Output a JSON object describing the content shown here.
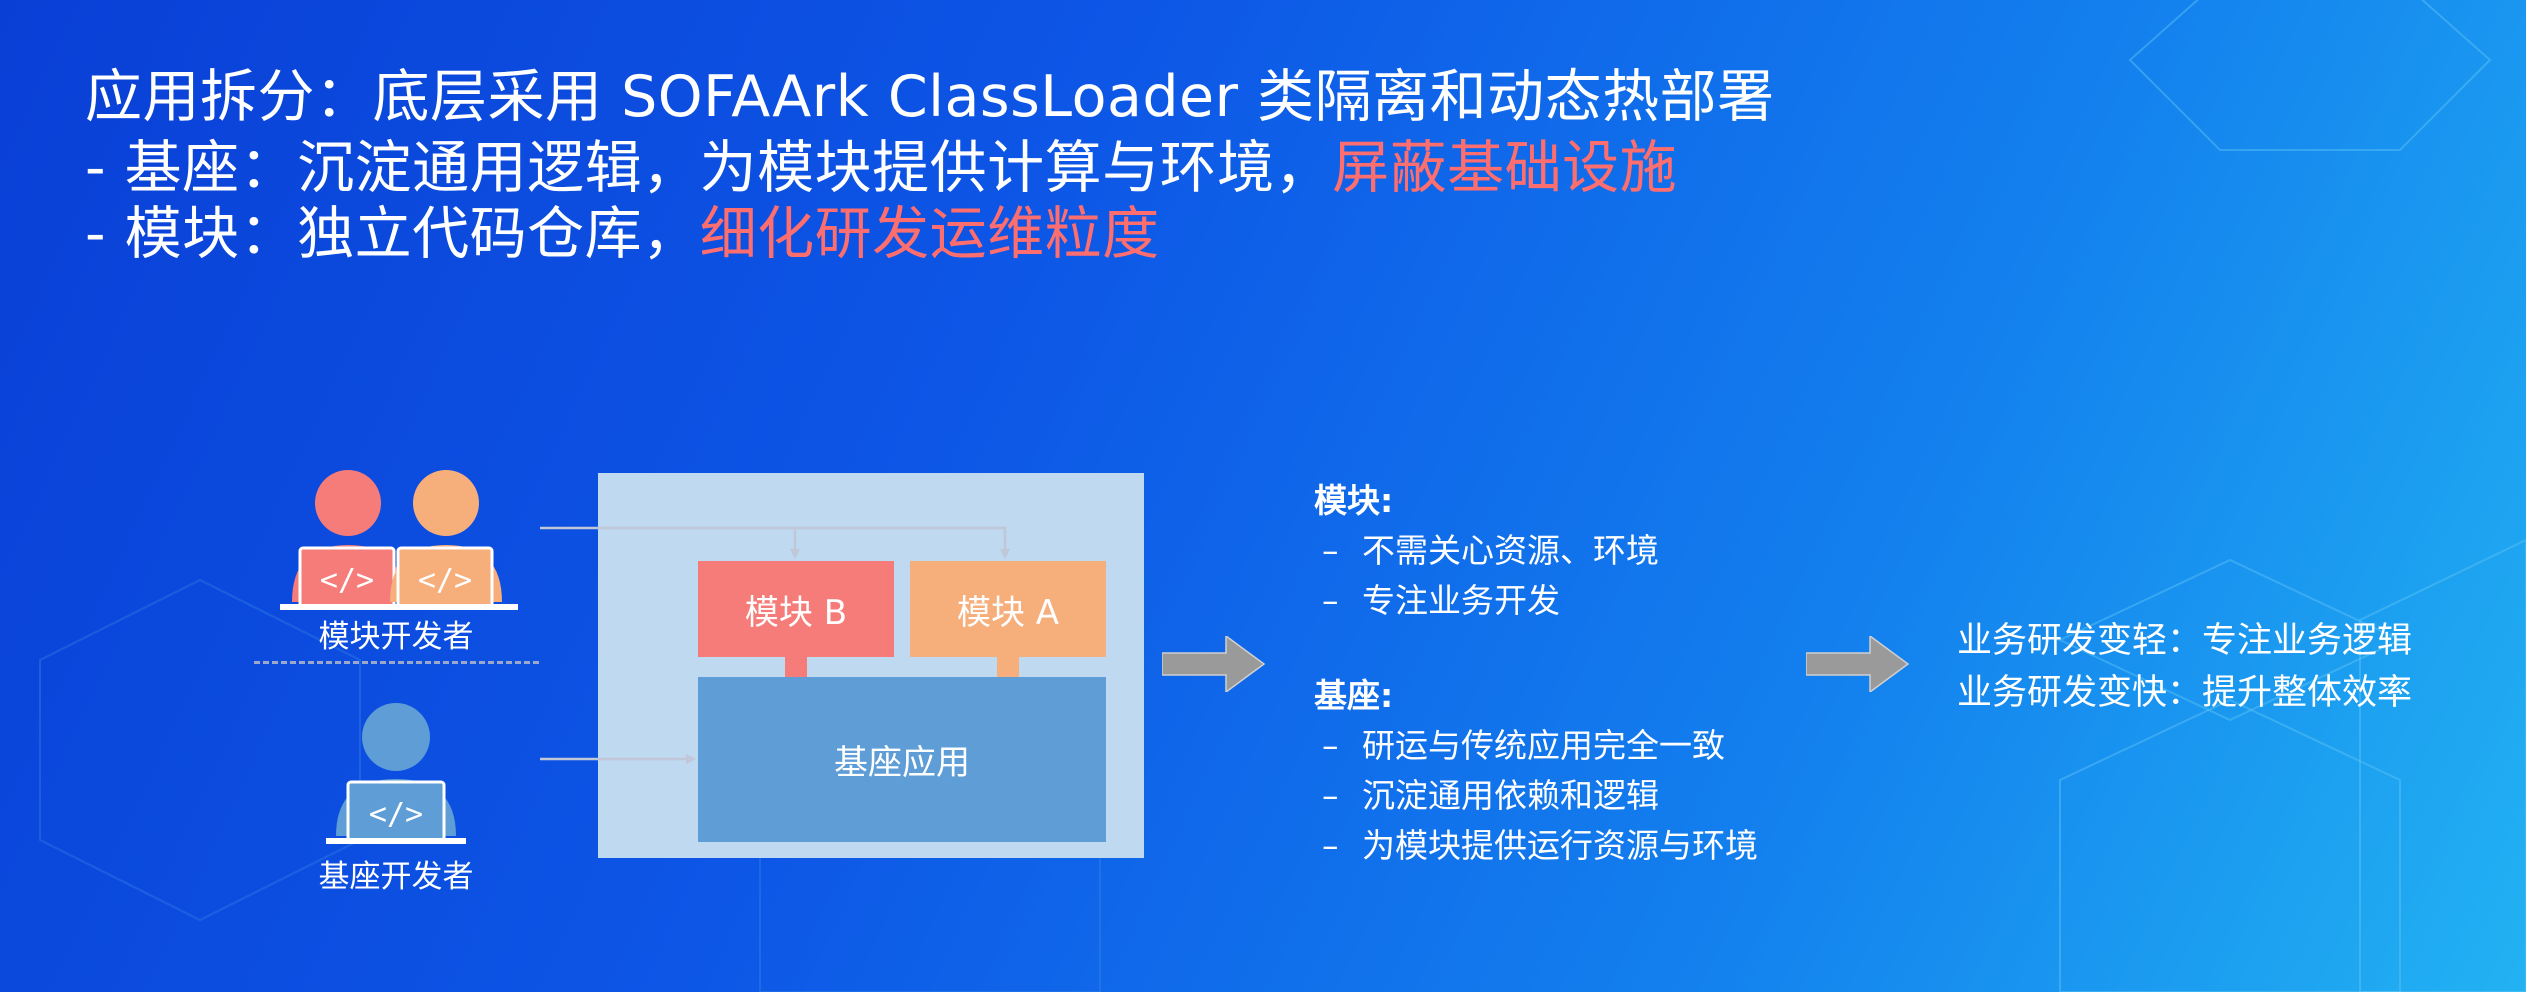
{
  "header": {
    "line1": "应用拆分：底层采用 SOFAArk ClassLoader 类隔离和动态热部署",
    "line2_prefix": "- 基座：沉淀通用逻辑，为模块提供计算与环境，",
    "line2_accent": "屏蔽基础设施",
    "line3_prefix": "- 模块：独立代码仓库，",
    "line3_accent": "细化研发运维粒度"
  },
  "developers": {
    "module_dev_label": "模块开发者",
    "base_dev_label": "基座开发者",
    "code_glyph": "</>"
  },
  "architecture": {
    "module_b": "模块 B",
    "module_a": "模块 A",
    "base_app": "基座应用"
  },
  "details": {
    "module_title": "模块:",
    "module_items": [
      "不需关心资源、环境",
      "专注业务开发"
    ],
    "base_title": "基座:",
    "base_items": [
      "研运与传统应用完全一致",
      "沉淀通用依赖和逻辑",
      "为模块提供运行资源与环境"
    ],
    "dash": "–"
  },
  "results": {
    "line1": "业务研发变轻：专注业务逻辑",
    "line2": "业务研发变快：提升整体效率"
  },
  "colors": {
    "accent_red": "#ff6e6e",
    "module_b": "#f67c79",
    "module_a": "#f6ae7b",
    "base_app": "#5e9dd6",
    "outer_box": "#bfd9f1",
    "dev_red": "#f67c79",
    "dev_orange": "#f6ae7b",
    "dev_blue": "#5e9dd6",
    "arrow_gray": "#9a9a9a"
  }
}
